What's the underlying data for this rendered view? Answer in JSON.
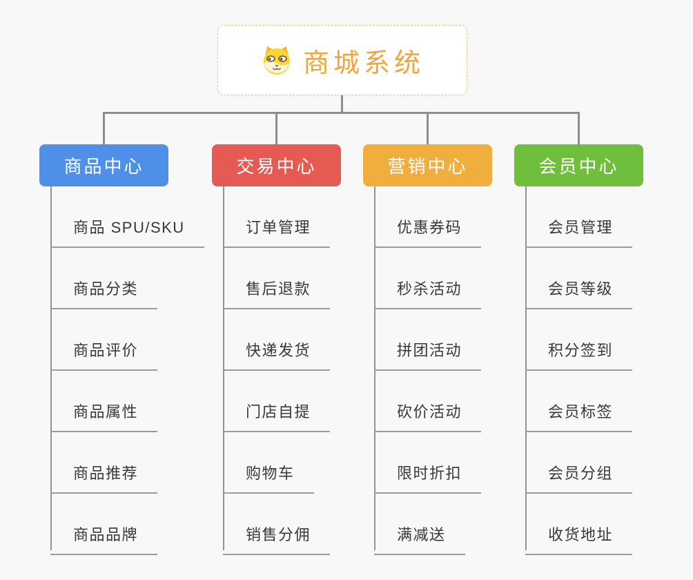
{
  "page": {
    "background_color": "#F8F8F8",
    "connector_color": "#8D8D8D",
    "branch_line_color": "#9B9B9B"
  },
  "root": {
    "title": "商城系统",
    "icon": "dog-face-icon",
    "title_color": "#F0A63D",
    "border_color": "#F2C778"
  },
  "branches": [
    {
      "label": "商品中心",
      "color": "#4E90E8",
      "items": [
        "商品 SPU/SKU",
        "商品分类",
        "商品评价",
        "商品属性",
        "商品推荐",
        "商品品牌"
      ]
    },
    {
      "label": "交易中心",
      "color": "#E55A52",
      "items": [
        "订单管理",
        "售后退款",
        "快递发货",
        "门店自提",
        "购物车",
        "销售分佣"
      ]
    },
    {
      "label": "营销中心",
      "color": "#EFAE3E",
      "items": [
        "优惠券码",
        "秒杀活动",
        "拼团活动",
        "砍价活动",
        "限时折扣",
        "满减送"
      ]
    },
    {
      "label": "会员中心",
      "color": "#6FBE3C",
      "items": [
        "会员管理",
        "会员等级",
        "积分签到",
        "会员标签",
        "会员分组",
        "收货地址"
      ]
    }
  ]
}
